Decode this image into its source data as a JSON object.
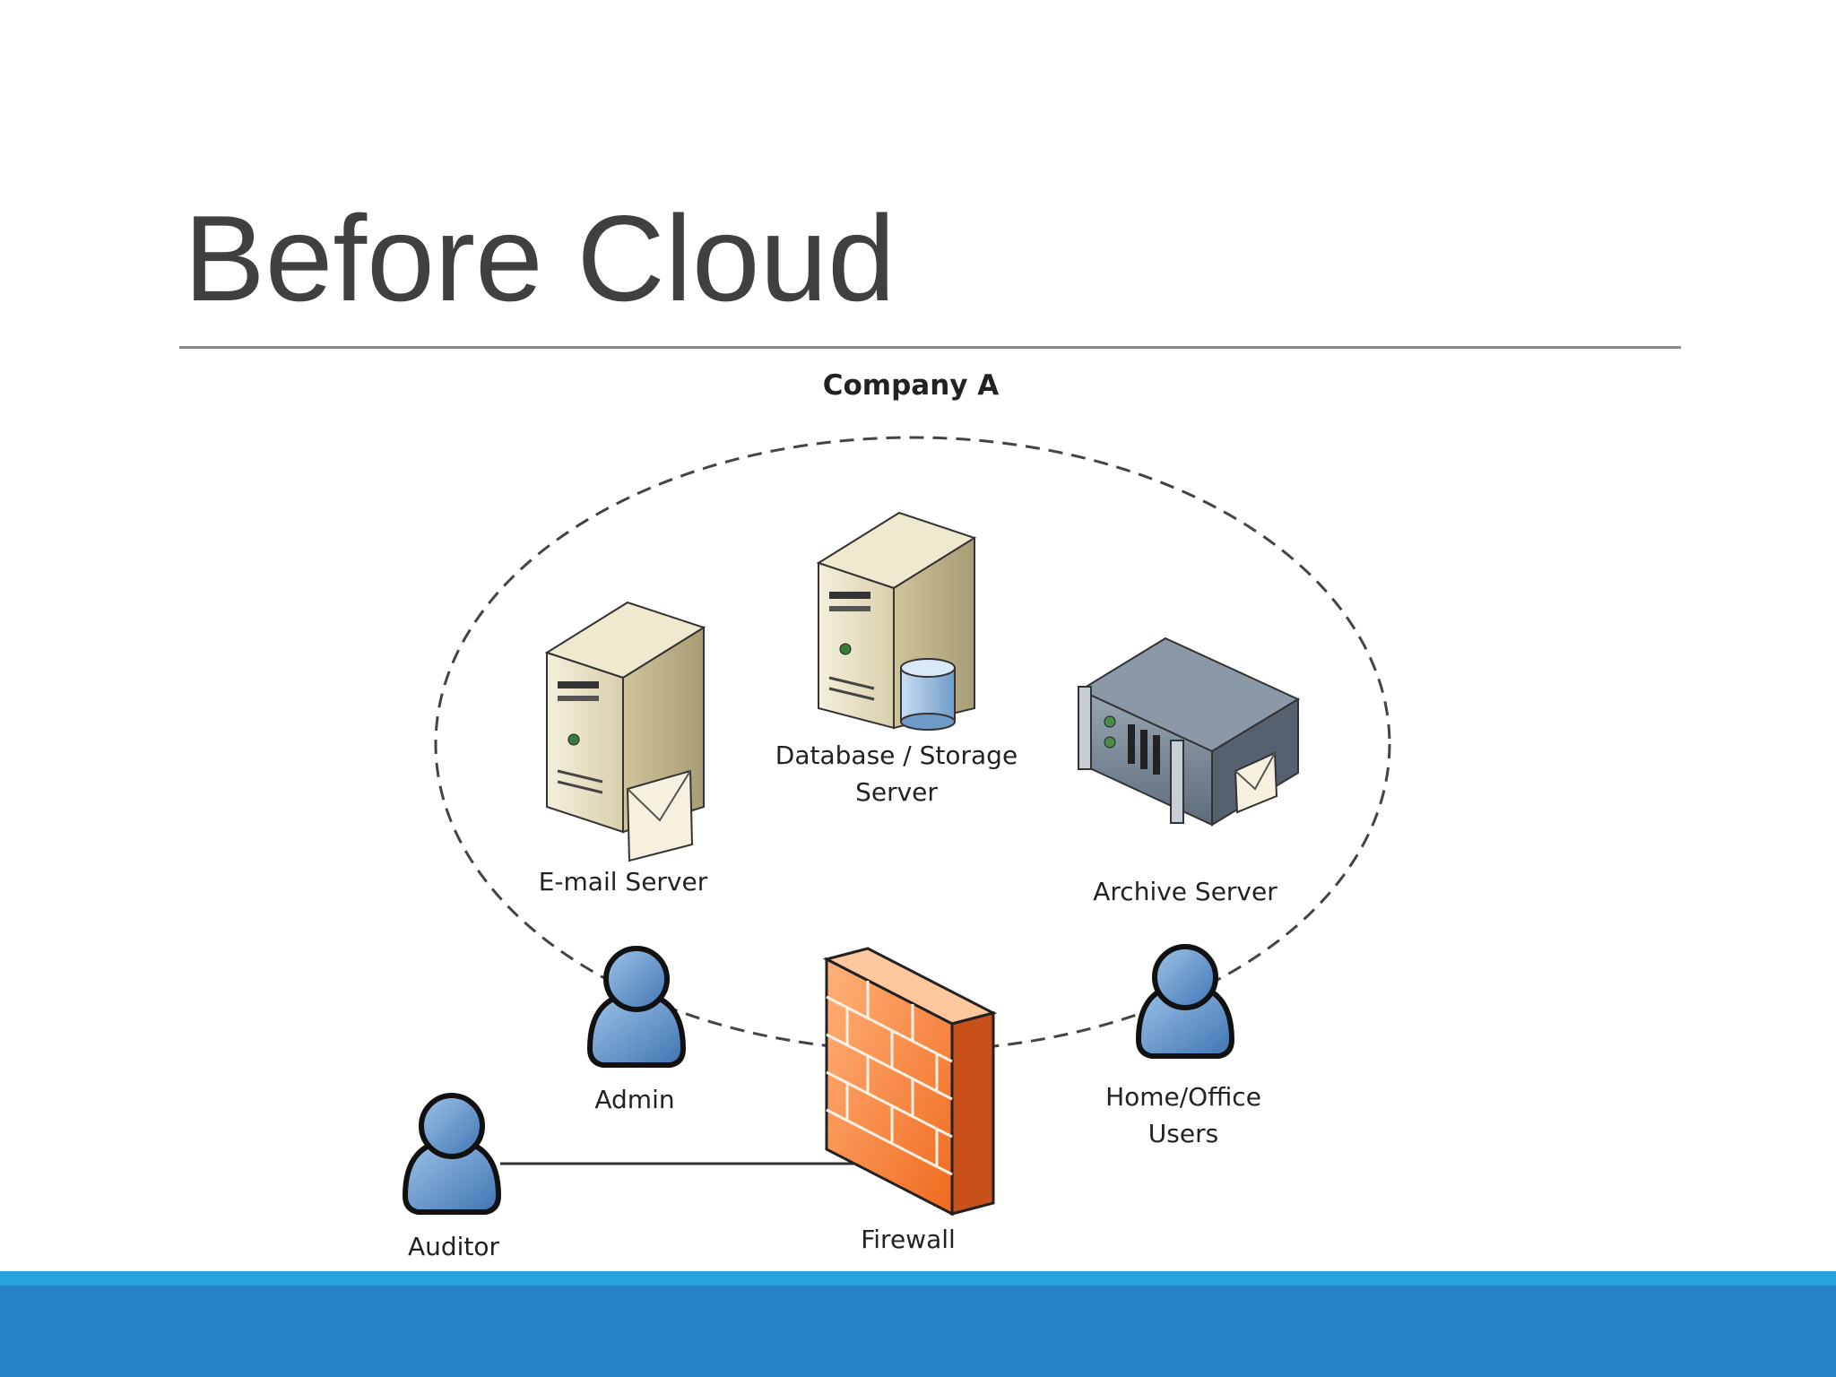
{
  "slide": {
    "title": "Before Cloud"
  },
  "diagram": {
    "boundary_label": "Company A",
    "nodes": {
      "email_server": {
        "label": "E-mail Server",
        "icon": "email-server-icon"
      },
      "database_server": {
        "label_line1": "Database / Storage",
        "label_line2": "Server",
        "icon": "database-server-icon"
      },
      "archive_server": {
        "label": "Archive Server",
        "icon": "archive-server-icon"
      },
      "admin": {
        "label": "Admin",
        "icon": "user-icon"
      },
      "home_office_users": {
        "label_line1": "Home/Office",
        "label_line2": "Users",
        "icon": "user-icon"
      },
      "auditor": {
        "label": "Auditor",
        "icon": "user-icon"
      },
      "firewall": {
        "label": "Firewall",
        "icon": "firewall-icon"
      }
    }
  },
  "theme": {
    "accent": "#2784c7",
    "accent_light": "#25a3dc"
  }
}
